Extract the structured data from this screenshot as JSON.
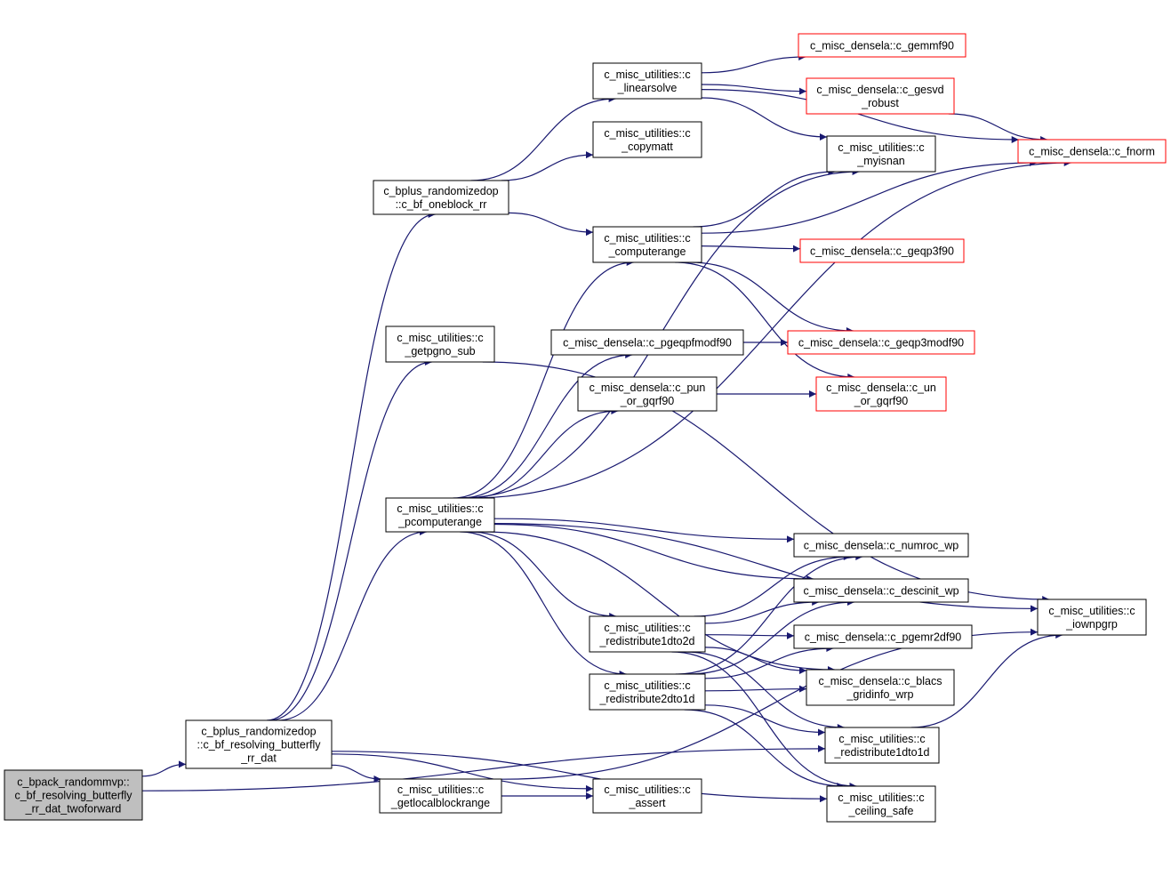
{
  "colors": {
    "edge": "#191970",
    "node_border": "#000000",
    "node_border_external": "#ff0000",
    "root_fill": "#bfbfbf",
    "node_fill": "#ffffff"
  },
  "nodes": [
    {
      "id": "root",
      "label": [
        "c_bpack_randommvp::",
        "c_bf_resolving_butterfly",
        "_rr_dat_twoforward"
      ],
      "kind": "root"
    },
    {
      "id": "resolving",
      "label": [
        "c_bplus_randomizedop",
        "::c_bf_resolving_butterfly",
        "_rr_dat"
      ],
      "kind": "normal"
    },
    {
      "id": "oneblock",
      "label": [
        "c_bplus_randomizedop",
        "::c_bf_oneblock_rr"
      ],
      "kind": "normal"
    },
    {
      "id": "getpgno",
      "label": [
        "c_misc_utilities::c",
        "_getpgno_sub"
      ],
      "kind": "normal"
    },
    {
      "id": "pcomputerange",
      "label": [
        "c_misc_utilities::c",
        "_pcomputerange"
      ],
      "kind": "normal"
    },
    {
      "id": "getlocalblockrange",
      "label": [
        "c_misc_utilities::c",
        "_getlocalblockrange"
      ],
      "kind": "normal"
    },
    {
      "id": "linearsolve",
      "label": [
        "c_misc_utilities::c",
        "_linearsolve"
      ],
      "kind": "normal"
    },
    {
      "id": "copymatt",
      "label": [
        "c_misc_utilities::c",
        "_copymatt"
      ],
      "kind": "normal"
    },
    {
      "id": "computerange",
      "label": [
        "c_misc_utilities::c",
        "_computerange"
      ],
      "kind": "normal"
    },
    {
      "id": "pgeqpfmodf90",
      "label": [
        "c_misc_densela::c_pgeqpfmodf90"
      ],
      "kind": "normal"
    },
    {
      "id": "pun_or_gqrf90",
      "label": [
        "c_misc_densela::c_pun",
        "_or_gqrf90"
      ],
      "kind": "normal"
    },
    {
      "id": "redistribute1dto2d",
      "label": [
        "c_misc_utilities::c",
        "_redistribute1dto2d"
      ],
      "kind": "normal"
    },
    {
      "id": "redistribute2dto1d",
      "label": [
        "c_misc_utilities::c",
        "_redistribute2dto1d"
      ],
      "kind": "normal"
    },
    {
      "id": "assert",
      "label": [
        "c_misc_utilities::c",
        "_assert"
      ],
      "kind": "normal"
    },
    {
      "id": "gemmf90",
      "label": [
        "c_misc_densela::c_gemmf90"
      ],
      "kind": "external"
    },
    {
      "id": "gesvd",
      "label": [
        "c_misc_densela::c_gesvd",
        "_robust"
      ],
      "kind": "external"
    },
    {
      "id": "myisnan",
      "label": [
        "c_misc_utilities::c",
        "_myisnan"
      ],
      "kind": "normal"
    },
    {
      "id": "geqp3f90",
      "label": [
        "c_misc_densela::c_geqp3f90"
      ],
      "kind": "external"
    },
    {
      "id": "geqp3modf90",
      "label": [
        "c_misc_densela::c_geqp3modf90"
      ],
      "kind": "external"
    },
    {
      "id": "un_or_gqrf90",
      "label": [
        "c_misc_densela::c_un",
        "_or_gqrf90"
      ],
      "kind": "external"
    },
    {
      "id": "numroc",
      "label": [
        "c_misc_densela::c_numroc_wp"
      ],
      "kind": "normal"
    },
    {
      "id": "descinit",
      "label": [
        "c_misc_densela::c_descinit_wp"
      ],
      "kind": "normal"
    },
    {
      "id": "pgemr2df90",
      "label": [
        "c_misc_densela::c_pgemr2df90"
      ],
      "kind": "normal"
    },
    {
      "id": "blacs",
      "label": [
        "c_misc_densela::c_blacs",
        "_gridinfo_wrp"
      ],
      "kind": "normal"
    },
    {
      "id": "redistribute1dto1d",
      "label": [
        "c_misc_utilities::c",
        "_redistribute1dto1d"
      ],
      "kind": "normal"
    },
    {
      "id": "ceiling",
      "label": [
        "c_misc_utilities::c",
        "_ceiling_safe"
      ],
      "kind": "normal"
    },
    {
      "id": "fnorm",
      "label": [
        "c_misc_densela::c_fnorm"
      ],
      "kind": "external"
    },
    {
      "id": "iownpgrp",
      "label": [
        "c_misc_utilities::c",
        "_iownpgrp"
      ],
      "kind": "normal"
    }
  ],
  "edges": [
    [
      "root",
      "resolving"
    ],
    [
      "root",
      "redistribute1dto1d"
    ],
    [
      "resolving",
      "oneblock"
    ],
    [
      "resolving",
      "getpgno"
    ],
    [
      "resolving",
      "pcomputerange"
    ],
    [
      "resolving",
      "getlocalblockrange"
    ],
    [
      "resolving",
      "assert"
    ],
    [
      "resolving",
      "ceiling"
    ],
    [
      "oneblock",
      "linearsolve"
    ],
    [
      "oneblock",
      "copymatt"
    ],
    [
      "oneblock",
      "computerange"
    ],
    [
      "linearsolve",
      "gemmf90"
    ],
    [
      "linearsolve",
      "gesvd"
    ],
    [
      "linearsolve",
      "myisnan"
    ],
    [
      "linearsolve",
      "fnorm"
    ],
    [
      "gesvd",
      "fnorm"
    ],
    [
      "computerange",
      "myisnan"
    ],
    [
      "computerange",
      "fnorm"
    ],
    [
      "computerange",
      "geqp3f90"
    ],
    [
      "computerange",
      "geqp3modf90"
    ],
    [
      "computerange",
      "un_or_gqrf90"
    ],
    [
      "getpgno",
      "iownpgrp"
    ],
    [
      "pgeqpfmodf90",
      "geqp3modf90"
    ],
    [
      "pun_or_gqrf90",
      "un_or_gqrf90"
    ],
    [
      "pcomputerange",
      "computerange"
    ],
    [
      "pcomputerange",
      "myisnan"
    ],
    [
      "pcomputerange",
      "pgeqpfmodf90"
    ],
    [
      "pcomputerange",
      "pun_or_gqrf90"
    ],
    [
      "pcomputerange",
      "fnorm"
    ],
    [
      "pcomputerange",
      "iownpgrp"
    ],
    [
      "pcomputerange",
      "numroc"
    ],
    [
      "pcomputerange",
      "descinit"
    ],
    [
      "pcomputerange",
      "redistribute1dto2d"
    ],
    [
      "pcomputerange",
      "redistribute2dto1d"
    ],
    [
      "pcomputerange",
      "blacs"
    ],
    [
      "redistribute1dto2d",
      "numroc"
    ],
    [
      "redistribute1dto2d",
      "descinit"
    ],
    [
      "redistribute1dto2d",
      "pgemr2df90"
    ],
    [
      "redistribute1dto2d",
      "blacs"
    ],
    [
      "redistribute1dto2d",
      "redistribute1dto1d"
    ],
    [
      "redistribute1dto2d",
      "ceiling"
    ],
    [
      "redistribute2dto1d",
      "numroc"
    ],
    [
      "redistribute2dto1d",
      "descinit"
    ],
    [
      "redistribute2dto1d",
      "pgemr2df90"
    ],
    [
      "redistribute2dto1d",
      "blacs"
    ],
    [
      "redistribute2dto1d",
      "redistribute1dto1d"
    ],
    [
      "redistribute2dto1d",
      "ceiling"
    ],
    [
      "getlocalblockrange",
      "assert"
    ],
    [
      "getlocalblockrange",
      "iownpgrp"
    ],
    [
      "redistribute1dto1d",
      "iownpgrp"
    ]
  ]
}
